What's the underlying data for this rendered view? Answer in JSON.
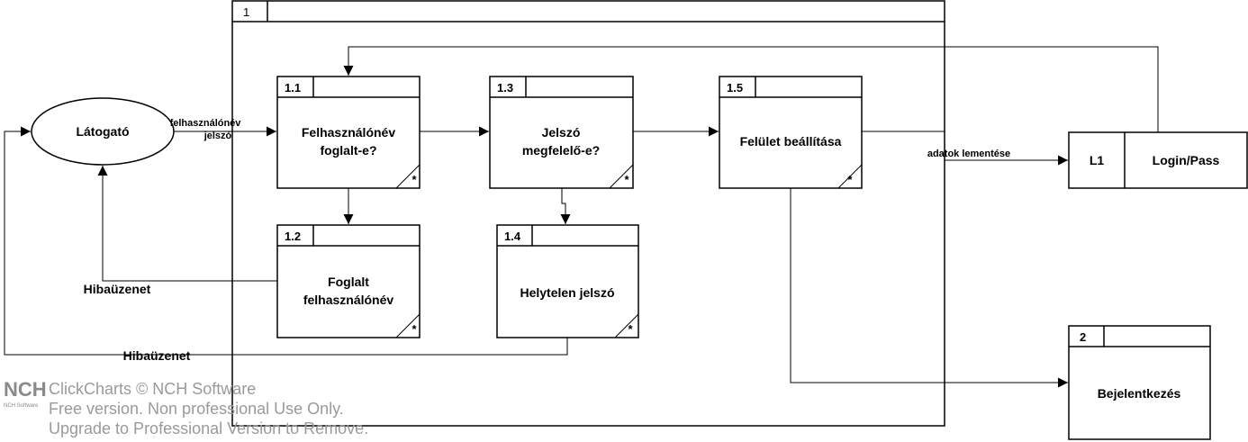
{
  "container": {
    "id": "1"
  },
  "processes": [
    {
      "key": "p11",
      "id": "1.1",
      "lines": [
        "Felhasználónév",
        "foglalt-e?"
      ],
      "marker": "*"
    },
    {
      "key": "p12",
      "id": "1.2",
      "lines": [
        "Foglalt",
        "felhasználónév"
      ],
      "marker": "*"
    },
    {
      "key": "p13",
      "id": "1.3",
      "lines": [
        "Jelszó",
        "megfelelő-e?"
      ],
      "marker": "*"
    },
    {
      "key": "p14",
      "id": "1.4",
      "lines": [
        "Helytelen jelszó"
      ],
      "marker": "*"
    },
    {
      "key": "p15",
      "id": "1.5",
      "lines": [
        "Felület beállítása"
      ],
      "marker": "*"
    },
    {
      "key": "p2",
      "id": "2",
      "lines": [
        "Bejelentkezés"
      ],
      "marker": ""
    }
  ],
  "entity": {
    "label": "Látogató"
  },
  "datastore": {
    "id": "L1",
    "label": "Login/Pass"
  },
  "flows": {
    "user_input_1": "felhasználónév",
    "user_input_2": "jelszó",
    "save": "adatok lementése",
    "error_1": "Hibaüzenet",
    "error_2": "Hibaüzenet"
  },
  "watermark": {
    "logo": "NCH",
    "logo_sub": "NCH Software",
    "line1": "ClickCharts © NCH Software",
    "line2": "Free version. Non professional Use Only.",
    "line3": "Upgrade to Professional Version to Remove."
  }
}
